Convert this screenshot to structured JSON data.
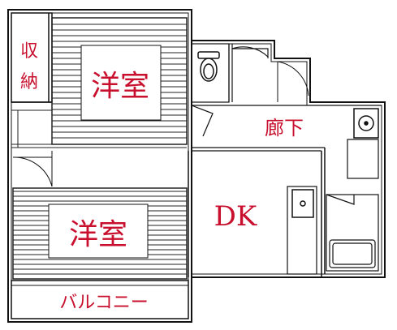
{
  "colors": {
    "wall": "#111111",
    "line": "#222222",
    "label": "#c8102e",
    "background": "#ffffff"
  },
  "labels": {
    "storage_top": "収",
    "storage_bottom": "納",
    "western_room_upper": "洋室",
    "western_room_lower": "洋室",
    "hallway": "廊下",
    "dining_kitchen": "DK",
    "balcony": "バルコニー"
  },
  "fixtures": {
    "toilet": "toilet-icon",
    "washbasin": "washbasin-icon",
    "kitchen_sink": "kitchen-sink-icon",
    "bath_unit": "bath-unit-icon"
  }
}
